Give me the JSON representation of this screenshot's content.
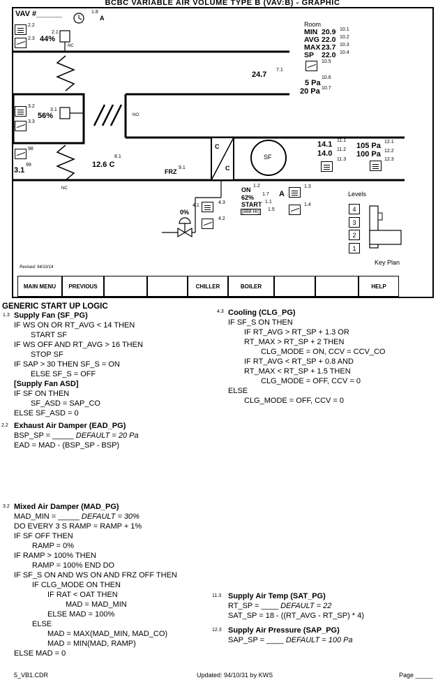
{
  "title": "BCBC VARIABLE AIR VOLUME TYPE B (VAV:B)  -  GRAPHIC",
  "graphic": {
    "vav_label": "VAV #______",
    "clock_ref": "1.8",
    "clock_unit": "A",
    "mad_icon_ref": "2.2",
    "mad_trend_ref": "2.3",
    "mad_value": "44%",
    "mad_damper_ref": "2.1",
    "mad_nc": "NC",
    "room_title": "Room",
    "room_rows": [
      {
        "label": "MIN",
        "value": "20.9",
        "ref": "10.1"
      },
      {
        "label": "AVG",
        "value": "22.0",
        "ref": "10.2"
      },
      {
        "label": "MAX",
        "value": "23.7",
        "ref": "10.3"
      },
      {
        "label": "SP",
        "value": "22.0",
        "ref": "10.4"
      }
    ],
    "room_trend_ref": "10.5",
    "room_temp": "24.7",
    "room_temp_ref": "7.1",
    "room_pa": "5 Pa",
    "room_pa_ref": "10.6",
    "room_pa2": "20 Pa",
    "room_pa2_ref": "10.7",
    "ead_icon_ref": "3.2",
    "ead_trend_ref": "3.3",
    "ead_value": "56%",
    "ead_damper_ref": "3.1",
    "no_label": "NO",
    "oa_trend_ref": "98",
    "oa_value": "3.1",
    "oa_value_ref": "99",
    "mixed_temp": "12.6 C",
    "mixed_temp_ref": "8.1",
    "oa_nc": "NC",
    "frz": "FRZ",
    "frz_ref": "9.1",
    "coil_c1": "C",
    "coil_c2": "C",
    "fan_label": "SF",
    "sat_value": "14.1",
    "sat_ref": "11.1",
    "sat_sp": "14.0",
    "sat_sp_ref": "11.2",
    "sat_icon_ref": "11.3",
    "sap_value": "105 Pa",
    "sap_ref": "12.1",
    "sap_sp": "100 Pa",
    "sap_sp_ref": "12.2",
    "sap_icon_ref": "12.3",
    "fan_on": "ON",
    "fan_on_ref": "1.2",
    "fan_speed": "62%",
    "fan_speed_ref": "1.7",
    "fan_start": "START",
    "fan_start_ref": "1.1",
    "fan_box": "[888 Hr]",
    "fan_box_ref": "1.5",
    "fan_amp": "A",
    "fan_icon_ref": "1.3",
    "fan_trend_ref": "1.4",
    "valve_value": "0%",
    "valve_ref": "4.1",
    "valve_icon_ref": "4.3",
    "valve_trend_ref": "4.2",
    "levels_title": "Levels",
    "levels": [
      "4",
      "3",
      "2",
      "1"
    ],
    "key_plan": "Key Plan",
    "revised": "Revised: 94/10/14"
  },
  "buttons": [
    "MAIN MENU",
    "PREVIOUS",
    "",
    "",
    "CHILLER",
    "BOILER",
    "",
    "",
    "HELP"
  ],
  "logic_title": "GENERIC START UP LOGIC",
  "supply_fan": {
    "ref": "1.3",
    "title": "Supply Fan (SF_PG)",
    "lines": [
      "IF WS ON OR RT_AVG < 14 THEN",
      "START SF",
      "IF WS OFF AND RT_AVG > 16 THEN",
      "STOP SF",
      "IF SAP > 30 THEN SF_S = ON",
      "ELSE SF_S = OFF",
      "[Supply Fan ASD]",
      "IF SF ON THEN",
      "SF_ASD = SAP_CO",
      "ELSE SF_ASD = 0"
    ]
  },
  "exhaust": {
    "ref": "2.2",
    "title": "Exhaust Air Damper (EAD_PG)",
    "line1": "BSP_SP = _____",
    "line1_default": "DEFAULT = 20 Pa",
    "line2": "EAD = MAD - (BSP_SP - BSP)"
  },
  "mixed": {
    "ref": "3.2",
    "title": "Mixed Air Damper (MAD_PG)",
    "line1": "MAD_MIN = _____",
    "line1_default": "DEFAULT = 30%",
    "lines": [
      "DO EVERY 3 S RAMP = RAMP + 1%",
      "IF SF OFF THEN",
      "RAMP = 0%",
      "IF RAMP > 100% THEN",
      "RAMP = 100% END DO",
      "IF SF_S ON AND WS ON AND FRZ OFF THEN",
      "IF CLG_MODE ON THEN",
      "IF RAT < OAT THEN",
      "MAD = MAD_MIN",
      "ELSE MAD = 100%",
      "ELSE",
      "MAD = MAX(MAD_MIN, MAD_CO)",
      "MAD = MIN(MAD, RAMP)",
      "ELSE MAD = 0"
    ]
  },
  "cooling": {
    "ref": "4.3",
    "title": "Cooling (CLG_PG)",
    "lines": [
      "IF SF_S ON THEN",
      "IF RT_AVG > RT_SP + 1.3 OR",
      "RT_MAX > RT_SP + 2 THEN",
      "CLG_MODE = ON, CCV = CCV_CO",
      "IF RT_AVG < RT_SP + 0.8 AND",
      "RT_MAX < RT_SP + 1.5 THEN",
      "CLG_MODE = OFF, CCV = 0",
      "ELSE",
      "CLG_MODE = OFF, CCV = 0"
    ]
  },
  "sat": {
    "ref": "11.3",
    "title": "Supply Air Temp (SAT_PG)",
    "line1": "RT_SP = ____",
    "line1_default": "DEFAULT = 22",
    "line2": "SAT_SP = 18 - ((RT_AVG - RT_SP) * 4)"
  },
  "sap": {
    "ref": "12.3",
    "title": "Supply Air Pressure (SAP_PG)",
    "line1": "SAP_SP = ____",
    "line1_default": "DEFAULT = 100 Pa"
  },
  "footer": {
    "file": "5_VB1.CDR",
    "updated": "Updated: 94/10/31 by KWS",
    "page": "Page _____"
  }
}
